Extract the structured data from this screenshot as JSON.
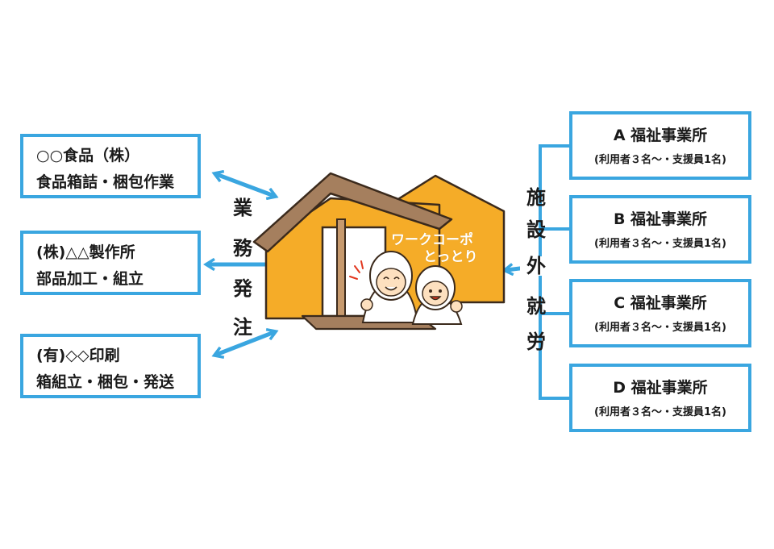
{
  "clients": [
    {
      "line1": "○○食品（株）",
      "line2": "食品箱詰・梱包作業"
    },
    {
      "line1": "(株)△△製作所",
      "line2": "部品加工・組立"
    },
    {
      "line1": "(有)◇◇印刷",
      "line2": "箱組立・梱包・発送"
    }
  ],
  "left_label": [
    "業",
    "務",
    "発",
    "注"
  ],
  "right_label": [
    "施",
    "設",
    "外",
    "就",
    "労"
  ],
  "brand": {
    "line1": "ワークコーポ",
    "line2": "とっとり"
  },
  "offices": [
    {
      "name": "A 福祉事業所",
      "detail": "(利用者３名〜・支援員1名)"
    },
    {
      "name": "B 福祉事業所",
      "detail": "(利用者３名〜・支援員1名)"
    },
    {
      "name": "C 福祉事業所",
      "detail": "(利用者３名〜・支援員1名)"
    },
    {
      "name": "D 福祉事業所",
      "detail": "(利用者３名〜・支援員1名)"
    }
  ],
  "colors": {
    "accent": "#3aa6e0",
    "building": "#f5ac28",
    "roof": "#a57f5e"
  }
}
